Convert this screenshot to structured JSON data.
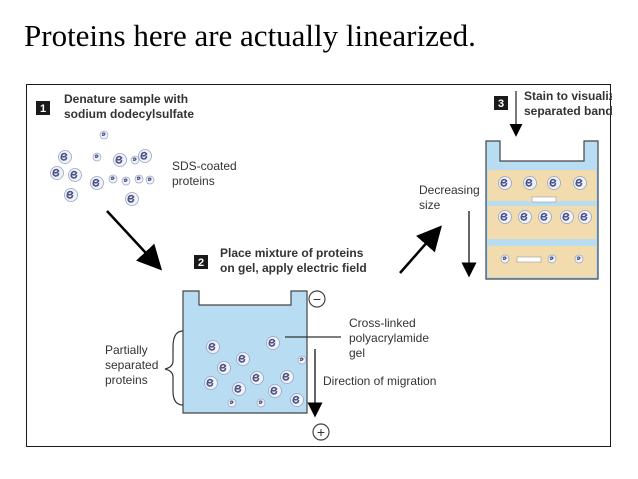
{
  "slide": {
    "title": "Proteins here are actually linearized."
  },
  "diagram": {
    "step1": {
      "number": "1",
      "line1": "Denature sample with",
      "line2": "sodium dodecylsulfate"
    },
    "sds_label": {
      "line1": "SDS-coated",
      "line2": "proteins"
    },
    "step2": {
      "number": "2",
      "line1": "Place mixture of proteins",
      "line2": "on gel, apply electric field"
    },
    "step3": {
      "number": "3",
      "line1": "Stain to visualize",
      "line2": "separated bands"
    },
    "decreasing_size": {
      "line1": "Decreasing",
      "line2": "size"
    },
    "gel_label": {
      "line1": "Cross-linked",
      "line2": "polyacrylamide",
      "line3": "gel"
    },
    "partially_separated": {
      "line1": "Partially",
      "line2": "separated",
      "line3": "proteins"
    },
    "direction": "Direction of migration",
    "electrode_negative": "−",
    "electrode_positive": "+",
    "colors": {
      "gel_fill": "#b8dcf2",
      "step_badge": "#1a1a1a",
      "band_stripe": "#f2dcae",
      "protein": "#6a6fa0"
    }
  }
}
